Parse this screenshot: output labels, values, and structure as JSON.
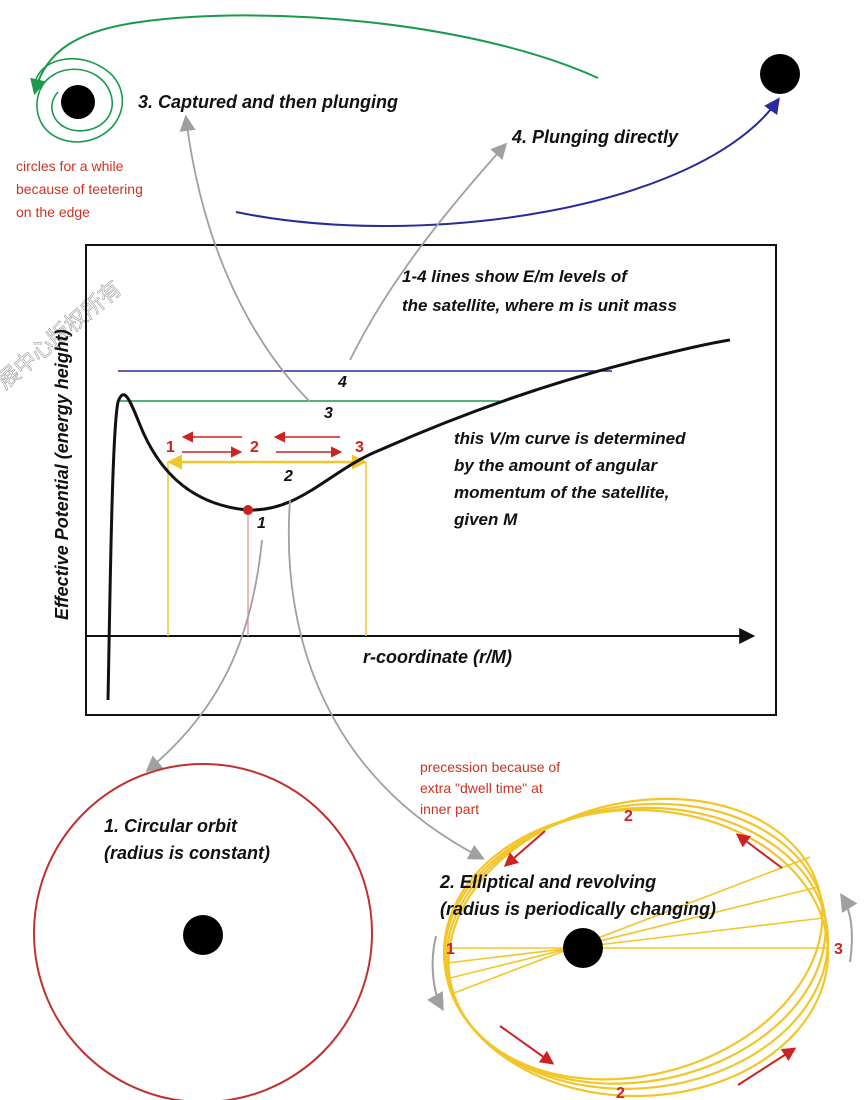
{
  "labels": {
    "captured": "3. Captured and then plunging",
    "plunging": "4. Plunging directly",
    "teeter_note": [
      "circles for a while",
      "because of teetering",
      "on the edge"
    ],
    "levels_note": [
      "1-4 lines show E/m levels of",
      "the satellite, where m is unit mass"
    ],
    "curve_note": [
      "this V/m curve is determined",
      "by the amount of angular",
      "momentum of the satellite,",
      "given M"
    ],
    "y_axis": "Effective Potential (energy height)",
    "x_axis": "r-coordinate (r/M)",
    "level4": "4",
    "level3": "3",
    "level2": "2",
    "level1": "1",
    "circular": [
      "1. Circular orbit",
      "(radius is constant)"
    ],
    "precession_note": [
      "precession because of",
      "extra \"dwell time\" at",
      "inner part"
    ],
    "elliptical": [
      "2. Elliptical and revolving",
      "(radius is periodically changing)"
    ],
    "red_num_1": "1",
    "red_num_2": "2",
    "red_num_3": "3",
    "watermark": "展中心版权所有"
  },
  "colors": {
    "green": "#1a9a4a",
    "navy": "#2a2a9a",
    "red": "#cc2222",
    "yellow": "#f2c62a",
    "gray": "#a0a0a0",
    "curve": "#111111"
  }
}
